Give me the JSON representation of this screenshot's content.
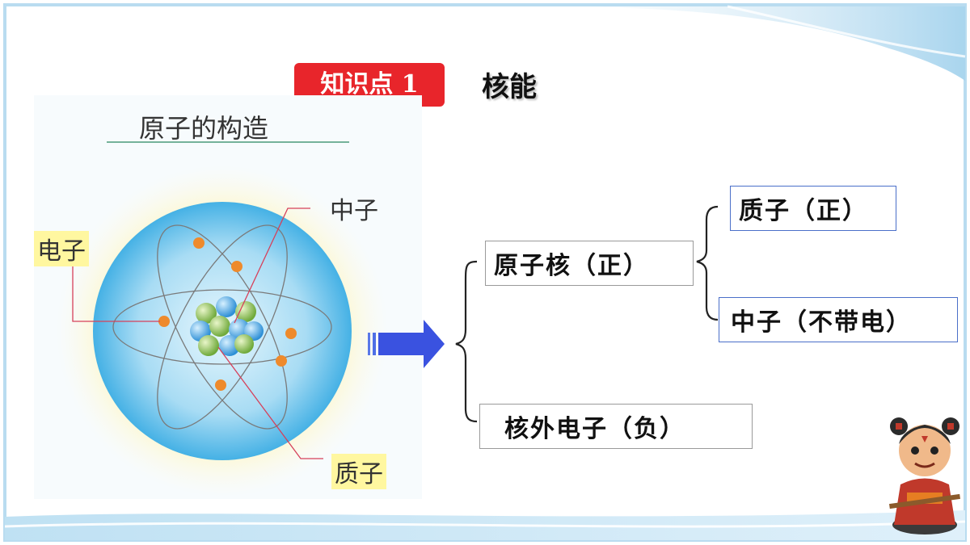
{
  "header": {
    "badge": "知识点 1",
    "topic": "核能"
  },
  "illustration": {
    "title": "原子的构造",
    "labels": {
      "neutron": "中子",
      "electron": "电子",
      "proton": "质子"
    }
  },
  "tree": {
    "nucleus": "原子核（正）",
    "proton": "质子（正）",
    "neutron": "中子（不带电）",
    "electrons": "核外电子（负）"
  },
  "colors": {
    "badge": "#e8252b",
    "arrow": "#3a52e0",
    "sphere": "#5bbde9",
    "glow": "#fff3a8"
  },
  "decor": {
    "character": "cartoon-character-icon"
  }
}
